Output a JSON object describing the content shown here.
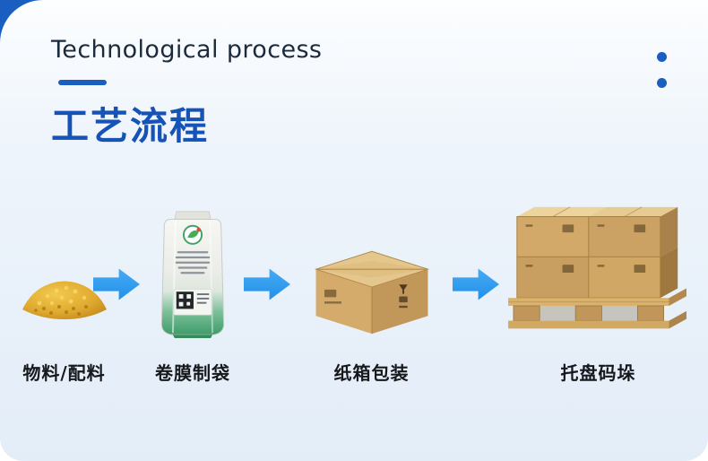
{
  "header": {
    "title_en": "Technological process",
    "title_zh": "工艺流程"
  },
  "steps": [
    {
      "label": "物料/配料",
      "image": "raw-material-granules"
    },
    {
      "label": "卷膜制袋",
      "image": "film-roll-bag"
    },
    {
      "label": "纸箱包装",
      "image": "carton-box"
    },
    {
      "label": "托盘码垛",
      "image": "pallet-stack"
    }
  ],
  "icons": {
    "menu_dots": "two-vertical-dots",
    "flow_arrow": "right-arrow"
  },
  "colors": {
    "accent_blue": "#1a5ec2",
    "arrow_blue": "#2e9df2",
    "title_dark": "#1c2b3c",
    "background_light": "#e9f1f9",
    "carton_tan": "#d2a968",
    "bag_green": "#3e9c69",
    "granule_yellow": "#e0a92f"
  }
}
